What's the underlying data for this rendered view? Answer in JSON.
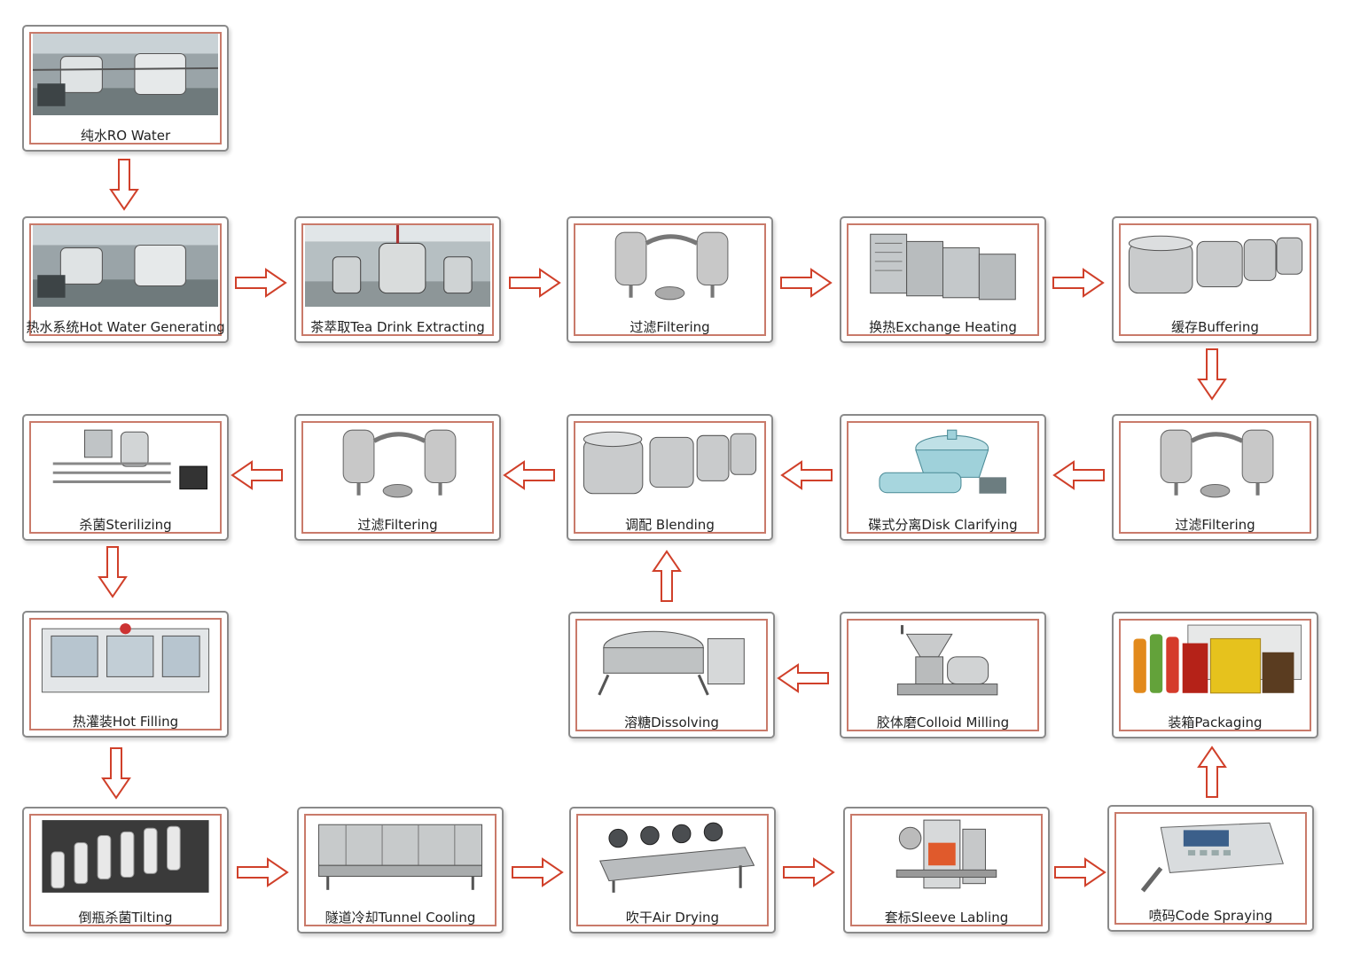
{
  "steps": [
    {
      "label": "纯水RO Water",
      "icon": "ro-water-plant-photo"
    },
    {
      "label": "热水系统Hot Water Generating",
      "icon": "hot-water-plant-photo"
    },
    {
      "label": "茶萃取Tea Drink Extracting",
      "icon": "extraction-tank-photo"
    },
    {
      "label": "过滤Filtering",
      "icon": "twin-filter-icon"
    },
    {
      "label": "换热Exchange Heating",
      "icon": "plate-heat-exchanger-icon"
    },
    {
      "label": "缓存Buffering",
      "icon": "buffer-tanks-icon"
    },
    {
      "label": "杀菌Sterilizing",
      "icon": "sterilizer-unit-icon"
    },
    {
      "label": "过滤Filtering",
      "icon": "twin-filter-icon"
    },
    {
      "label": "调配 Blending",
      "icon": "blending-tanks-icon"
    },
    {
      "label": "碟式分离Disk Clarifying",
      "icon": "disk-separator-icon"
    },
    {
      "label": "过滤Filtering",
      "icon": "twin-filter-icon"
    },
    {
      "label": "热灌装Hot Filling",
      "icon": "filling-machine-photo"
    },
    {
      "label": "溶糖Dissolving",
      "icon": "sugar-dissolver-icon"
    },
    {
      "label": "胶体磨Colloid Milling",
      "icon": "colloid-mill-icon"
    },
    {
      "label": "装箱Packaging",
      "icon": "packaged-products-photo"
    },
    {
      "label": "倒瓶杀菌Tilting",
      "icon": "bottle-tilting-photo"
    },
    {
      "label": "隧道冷却Tunnel Cooling",
      "icon": "tunnel-cooler-icon"
    },
    {
      "label": "吹干Air Drying",
      "icon": "air-dryer-icon"
    },
    {
      "label": "套标Sleeve Labling",
      "icon": "sleeve-labeler-icon"
    },
    {
      "label": "喷码Code Spraying",
      "icon": "inkjet-coder-icon"
    }
  ],
  "colors": {
    "arrow": "#d0402a",
    "card_border": "#8a8a8a",
    "card_inner": "#c97a6a"
  }
}
